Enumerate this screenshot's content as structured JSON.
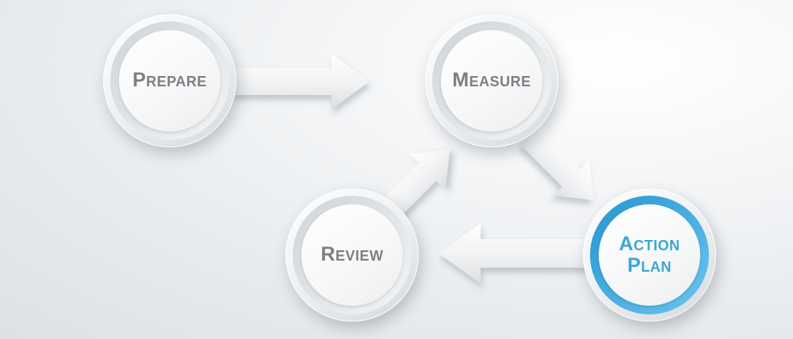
{
  "diagram": {
    "nodes": [
      {
        "id": "prepare",
        "lines": [
          "Prepare"
        ]
      },
      {
        "id": "measure",
        "lines": [
          "Measure"
        ]
      },
      {
        "id": "review",
        "lines": [
          "Review"
        ]
      },
      {
        "id": "action_plan",
        "lines": [
          "Action",
          "Plan"
        ]
      }
    ],
    "highlighted_node": "action_plan",
    "accent_color": "#3aa6d8",
    "edges": [
      {
        "from": "prepare",
        "to": "measure"
      },
      {
        "from": "measure",
        "to": "action_plan"
      },
      {
        "from": "action_plan",
        "to": "review"
      },
      {
        "from": "review",
        "to": "measure"
      }
    ]
  }
}
